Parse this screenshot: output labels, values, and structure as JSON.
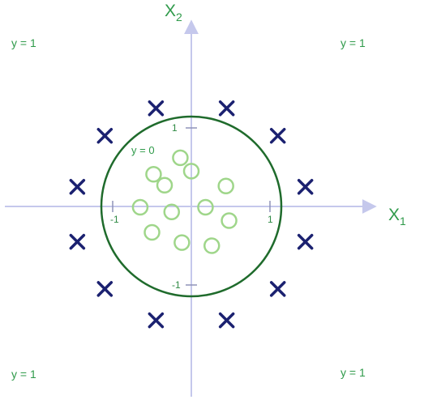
{
  "axes": {
    "x_label_main": "X",
    "x_label_sub": "1",
    "y_label_main": "X",
    "y_label_sub": "2",
    "x_ticks": [
      {
        "value": -1,
        "label": "-1"
      },
      {
        "value": 1,
        "label": "1"
      }
    ],
    "y_ticks": [
      {
        "value": 1,
        "label": "1"
      },
      {
        "value": -1,
        "label": "-1"
      }
    ]
  },
  "boundary": {
    "radius": 1.0
  },
  "corner_labels": {
    "top_left": "y = 1",
    "top_right": "y = 1",
    "bottom_left": "y = 1",
    "bottom_right": "y = 1"
  },
  "inner_label": "y = 0",
  "points_class_1": [
    [
      -0.45,
      1.25
    ],
    [
      0.45,
      1.25
    ],
    [
      -1.1,
      0.9
    ],
    [
      1.1,
      0.9
    ],
    [
      -1.45,
      0.25
    ],
    [
      1.45,
      0.25
    ],
    [
      -1.45,
      -0.45
    ],
    [
      1.45,
      -0.45
    ],
    [
      -1.1,
      -1.05
    ],
    [
      1.1,
      -1.05
    ],
    [
      -0.45,
      -1.45
    ],
    [
      0.45,
      -1.45
    ]
  ],
  "points_class_0": [
    [
      -0.14,
      0.62
    ],
    [
      0.0,
      0.45
    ],
    [
      -0.48,
      0.41
    ],
    [
      -0.34,
      0.27
    ],
    [
      0.44,
      0.26
    ],
    [
      0.18,
      -0.01
    ],
    [
      -0.65,
      -0.01
    ],
    [
      -0.25,
      -0.07
    ],
    [
      0.48,
      -0.18
    ],
    [
      -0.5,
      -0.33
    ],
    [
      -0.12,
      -0.46
    ],
    [
      0.26,
      -0.5
    ]
  ],
  "colors": {
    "axis": "#c5c8ec",
    "boundary": "#1f6b2c",
    "x_mark": "#1b2170",
    "o_mark": "#9fd68a",
    "label": "#2f9a4a",
    "tick_text": "#2f8a44"
  }
}
